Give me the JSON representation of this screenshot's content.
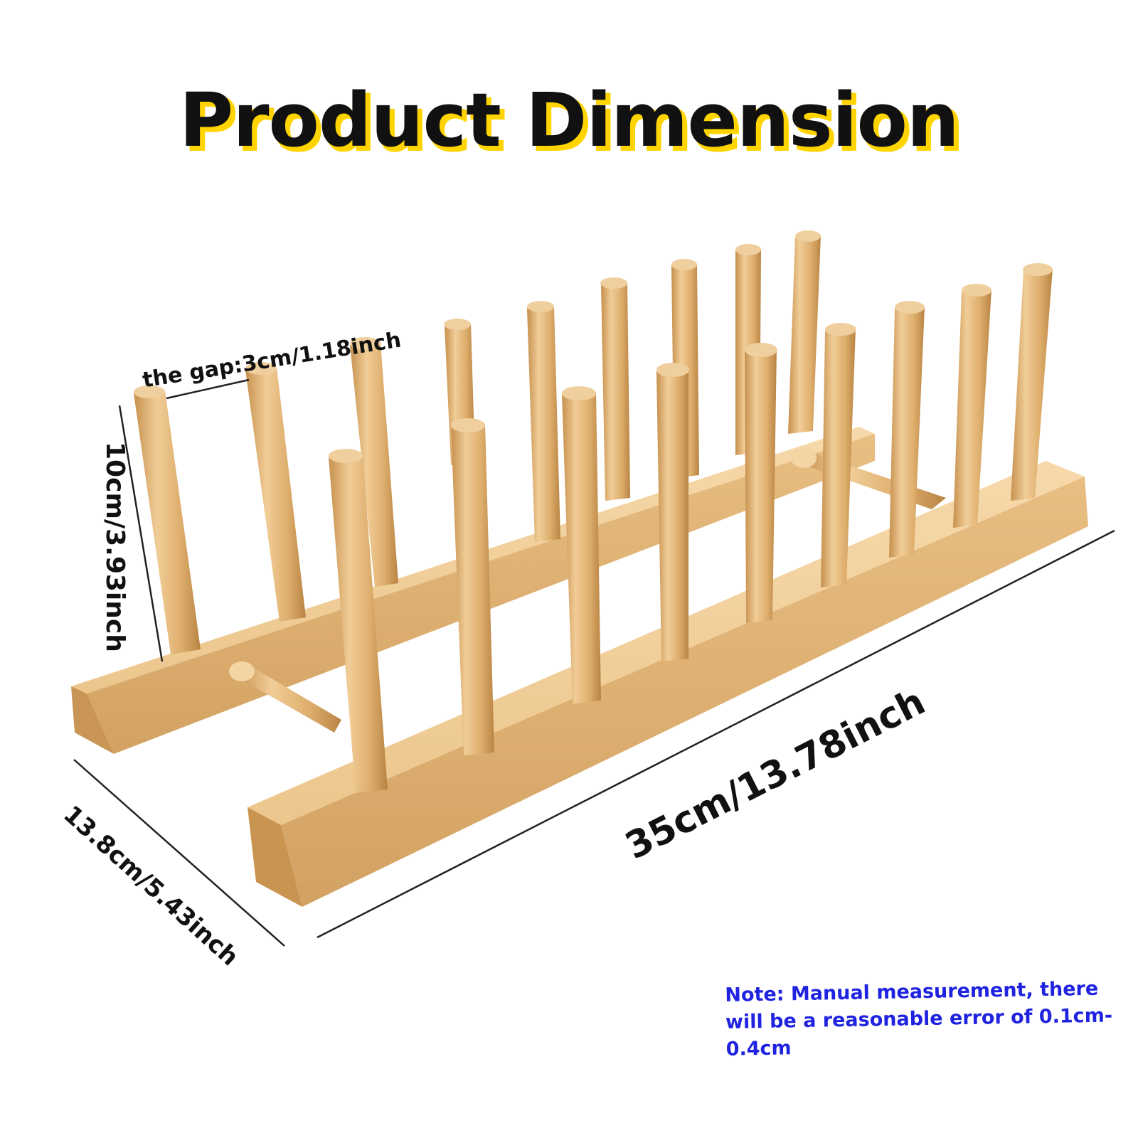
{
  "title": "Product Dimension",
  "dimensions": {
    "gap": "the gap:3cm/1.18inch",
    "height": "10cm/3.93inch",
    "depth": "13.8cm/5.43inch",
    "length": "35cm/13.78inch"
  },
  "note": "Note: Manual measurement, there will be a reasonable error of 0.1cm-0.4cm",
  "colors": {
    "title_text": "#111111",
    "title_shadow": "#ffd400",
    "note_text": "#1f23e0",
    "wood_light": "#f2cd98",
    "wood_mid": "#dcae6f",
    "wood_dark": "#c08b49"
  }
}
